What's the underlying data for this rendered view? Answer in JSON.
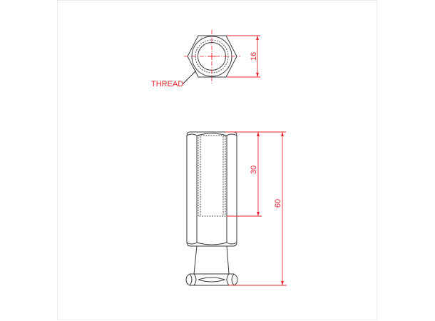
{
  "drawing": {
    "top_view": {
      "callout_label": "THREAD",
      "width_across_flats_dim": "16"
    },
    "side_view": {
      "thread_depth_dim": "30",
      "overall_length_dim": "60"
    },
    "colors": {
      "dimension": "#e8252e",
      "outline": "#3a3a3a",
      "frame": "#ececec",
      "background": "#ffffff"
    }
  }
}
